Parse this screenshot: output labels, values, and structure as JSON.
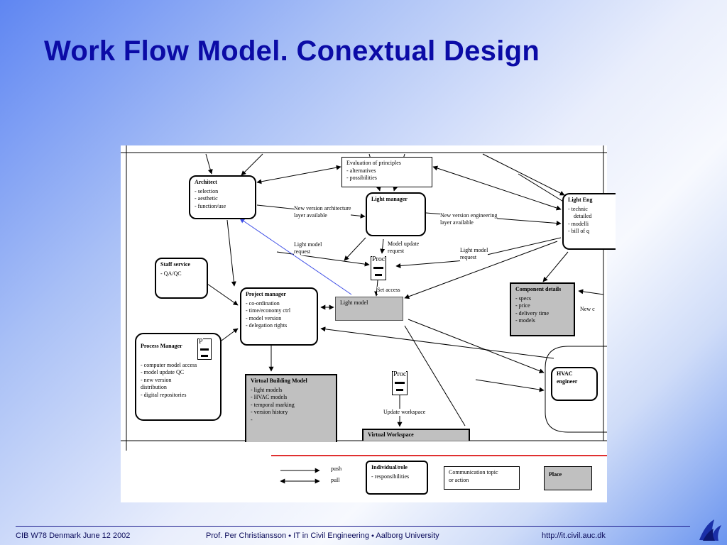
{
  "slide": {
    "title": "Work Flow Model. Conextual Design"
  },
  "diagram": {
    "architect": {
      "title": "Architect",
      "items": [
        "- selection",
        "- aesthetic",
        "- function/use"
      ]
    },
    "evaluation": {
      "title": "Evaluation of principles",
      "items": [
        "- alternatives",
        "- possibilities"
      ]
    },
    "light_manager": {
      "title": "Light manager"
    },
    "light_engineer": {
      "title": "Light Eng",
      "items": [
        "- technic",
        "detailed",
        "- modelli",
        "- bill of q"
      ]
    },
    "staff_service": {
      "title": "Staff service",
      "items": [
        "- QA/QC"
      ]
    },
    "project_manager": {
      "title": "Project manager",
      "items": [
        "- co-ordination",
        "- time/economy ctrl",
        "- model version",
        "- delegation rights"
      ]
    },
    "light_model": {
      "title": "Light model"
    },
    "component_details": {
      "title": "Component details",
      "items": [
        "- specs",
        "- price",
        "- delivery time",
        "- models"
      ]
    },
    "process_manager": {
      "title": "Process Manager",
      "items": [
        "- computer model access",
        "- model update QC",
        "- new version",
        "distribution",
        "- digital repositories"
      ]
    },
    "virtual_building_model": {
      "title": "Virtual Building Model",
      "items": [
        "- light models",
        "- HVAC models",
        "- temporal marking",
        "- version history",
        "-"
      ]
    },
    "virtual_workspace": {
      "title": "Virtual Workspace"
    },
    "hvac_engineer": {
      "title": "HVAC engineer"
    },
    "proc_label": "Proc",
    "process_icon_letter": "P",
    "labels": {
      "new_version_arch": "New version architecture",
      "new_version_arch_2": "layer available",
      "new_version_eng": "New version engineering",
      "new_version_eng_2": "layer available",
      "light_model_request_left": "Light model",
      "light_model_request_left_2": "request",
      "model_update_request": "Model update",
      "model_update_request_2": "request",
      "light_model_request_right": "Light model",
      "light_model_request_right_2": "request",
      "set_access": "Set access",
      "new_c": "New c",
      "update_workspace": "Update workspace"
    },
    "legend": {
      "push": "push",
      "pull": "pull",
      "individual_title": "Individual/role",
      "individual_item": "- responsibilities",
      "topic_line1": "Communication topic",
      "topic_line2": "or action",
      "place": "Place"
    }
  },
  "footer": {
    "left": "CIB W78 Denmark June 12 2002",
    "center": "Prof. Per Christiansson ⬩ IT in Civil Engineering ⬩ Aalborg University",
    "right": "http://it.civil.auc.dk"
  },
  "colors": {
    "title": "#0b0ba6",
    "highlight_arrow": "#3f4fe6",
    "legend_line": "#e03030",
    "place_fill": "#c0c0c0"
  }
}
